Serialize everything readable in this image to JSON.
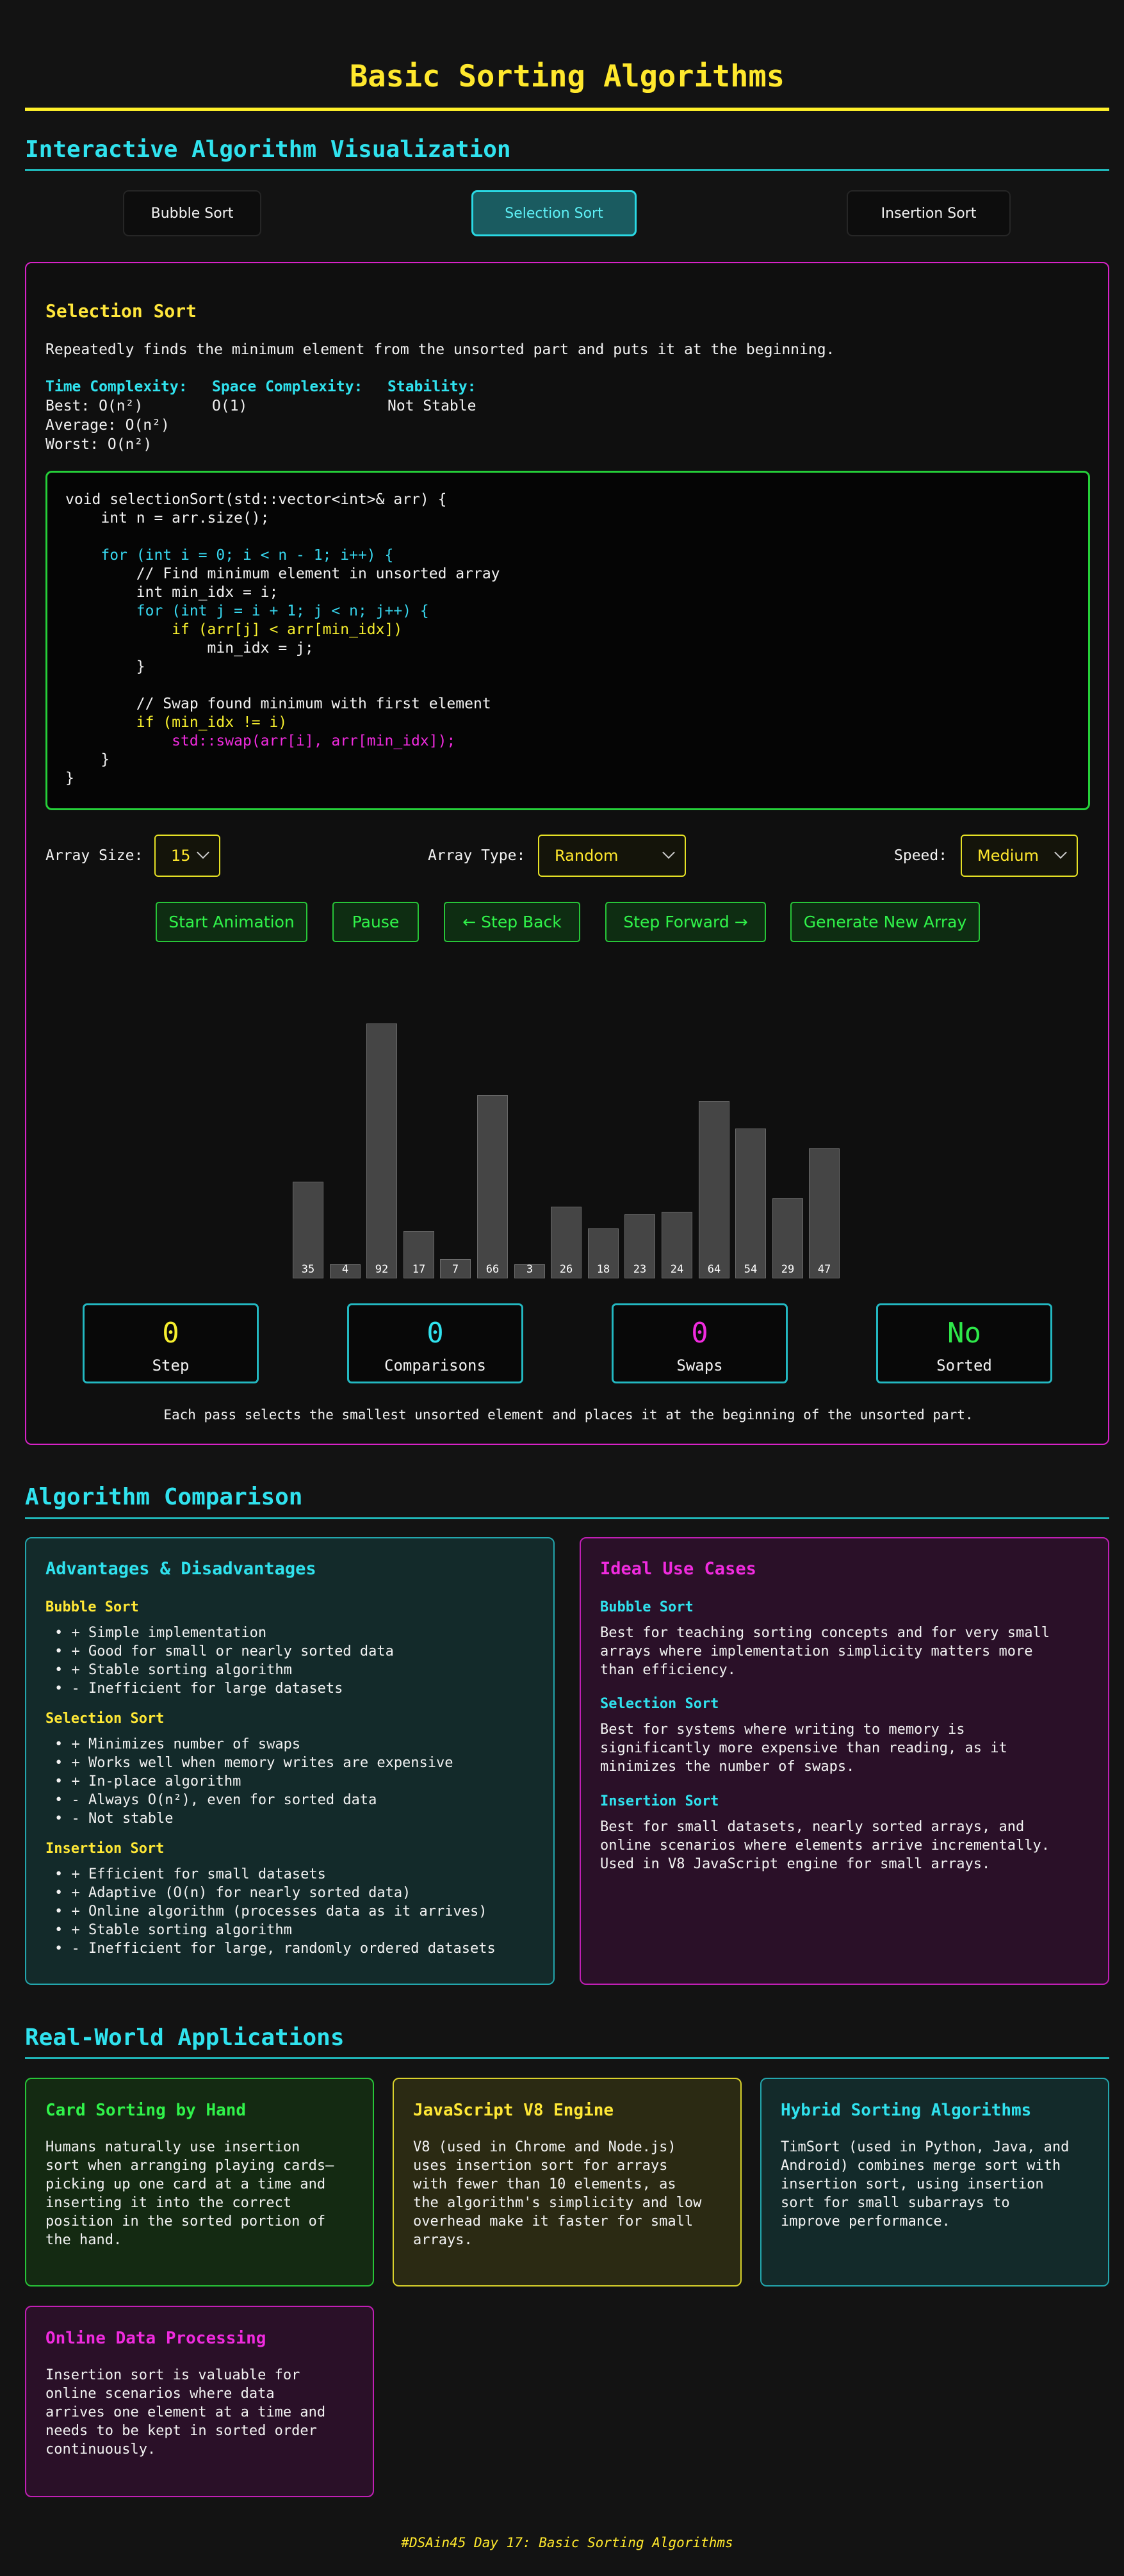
{
  "header": {
    "title": "Basic Sorting Algorithms"
  },
  "visualization": {
    "section_title": "Interactive Algorithm Visualization",
    "tabs": [
      {
        "label": "Bubble Sort",
        "active": false
      },
      {
        "label": "Selection Sort",
        "active": true
      },
      {
        "label": "Insertion Sort",
        "active": false
      }
    ],
    "algorithm": {
      "name": "Selection Sort",
      "description": "Repeatedly finds the minimum element from the unsorted part and puts it at the beginning.",
      "time_label": "Time Complexity:",
      "time_best": "Best: O(n²)",
      "time_average": "Average: O(n²)",
      "time_worst": "Worst: O(n²)",
      "space_label": "Space Complexity:",
      "space_value": "O(1)",
      "stability_label": "Stability:",
      "stability_value": "Not Stable"
    },
    "code_lines": [
      {
        "text": "void selectionSort(std::vector<int>& arr) {",
        "color": "white"
      },
      {
        "text": "    int n = arr.size();",
        "color": "white"
      },
      {
        "text": "",
        "color": "white"
      },
      {
        "text": "    for (int i = 0; i < n - 1; i++) {",
        "color": "cyan"
      },
      {
        "text": "        // Find minimum element in unsorted array",
        "color": "white"
      },
      {
        "text": "        int min_idx = i;",
        "color": "white"
      },
      {
        "text": "        for (int j = i + 1; j < n; j++) {",
        "color": "cyan"
      },
      {
        "text": "            if (arr[j] < arr[min_idx])",
        "color": "yellow"
      },
      {
        "text": "                min_idx = j;",
        "color": "white"
      },
      {
        "text": "        }",
        "color": "white"
      },
      {
        "text": "",
        "color": "white"
      },
      {
        "text": "        // Swap found minimum with first element",
        "color": "white"
      },
      {
        "text": "        if (min_idx != i)",
        "color": "yellow"
      },
      {
        "text": "            std::swap(arr[i], arr[min_idx]);",
        "color": "magenta"
      },
      {
        "text": "    }",
        "color": "white"
      },
      {
        "text": "}",
        "color": "white"
      }
    ],
    "controls": {
      "array_size_label": "Array Size:",
      "array_size_value": "15",
      "array_type_label": "Array Type:",
      "array_type_value": "Random",
      "speed_label": "Speed:",
      "speed_value": "Medium"
    },
    "buttons": {
      "start": "Start Animation",
      "pause": "Pause",
      "step_back": "← Step Back",
      "step_forward": "Step Forward →",
      "generate": "Generate New Array"
    },
    "array_values": [
      35,
      4,
      92,
      17,
      7,
      66,
      3,
      26,
      18,
      23,
      24,
      64,
      54,
      29,
      47
    ],
    "stats": {
      "step_value": "0",
      "step_label": "Step",
      "comparisons_value": "0",
      "comparisons_label": "Comparisons",
      "swaps_value": "0",
      "swaps_label": "Swaps",
      "sorted_value": "No",
      "sorted_label": "Sorted"
    },
    "footnote": "Each pass selects the smallest unsorted element and places it at the beginning of the unsorted part."
  },
  "comparison": {
    "section_title": "Algorithm Comparison",
    "advantages_title": "Advantages & Disadvantages",
    "bubble": {
      "title": "Bubble Sort",
      "items": [
        "+ Simple implementation",
        "+ Good for small or nearly sorted data",
        "+ Stable sorting algorithm",
        "- Inefficient for large datasets"
      ]
    },
    "selection": {
      "title": "Selection Sort",
      "items": [
        "+ Minimizes number of swaps",
        "+ Works well when memory writes are expensive",
        "+ In-place algorithm",
        "- Always O(n²), even for sorted data",
        "- Not stable"
      ]
    },
    "insertion": {
      "title": "Insertion Sort",
      "items": [
        "+ Efficient for small datasets",
        "+ Adaptive (O(n) for nearly sorted data)",
        "+ Online algorithm (processes data as it arrives)",
        "+ Stable sorting algorithm",
        "- Inefficient for large, randomly ordered datasets"
      ]
    },
    "use_cases_title": "Ideal Use Cases",
    "use_cases": [
      {
        "title": "Bubble Sort",
        "lines": [
          "Best for teaching sorting concepts and for very small",
          "arrays where implementation simplicity matters more",
          "than efficiency."
        ]
      },
      {
        "title": "Selection Sort",
        "lines": [
          "Best for systems where writing to memory is",
          "significantly more expensive than reading, as it",
          "minimizes the number of swaps."
        ]
      },
      {
        "title": "Insertion Sort",
        "lines": [
          "Best for small datasets, nearly sorted arrays, and",
          "online scenarios where elements arrive incrementally.",
          "Used in V8 JavaScript engine for small arrays."
        ]
      }
    ]
  },
  "applications": {
    "section_title": "Real-World Applications",
    "cards": [
      {
        "title": "Card Sorting by Hand",
        "lines": [
          "Humans naturally use insertion",
          "sort when arranging playing cards—",
          "picking up one card at a time and",
          "inserting it into the correct",
          "position in the sorted portion of",
          "the hand."
        ]
      },
      {
        "title": "JavaScript V8 Engine",
        "lines": [
          "V8 (used in Chrome and Node.js)",
          "uses insertion sort for arrays",
          "with fewer than 10 elements, as",
          "the algorithm's simplicity and low",
          "overhead make it faster for small",
          "arrays."
        ]
      },
      {
        "title": "Hybrid Sorting Algorithms",
        "lines": [
          "TimSort (used in Python, Java, and",
          "Android) combines merge sort with",
          "insertion sort, using insertion",
          "sort for small subarrays to",
          "improve performance."
        ]
      },
      {
        "title": "Online Data Processing",
        "lines": [
          "Insertion sort is valuable for",
          "online scenarios where data",
          "arrives one element at a time and",
          "needs to be kept in sorted order",
          "continuously."
        ]
      }
    ]
  },
  "footer": {
    "text": "#DSAin45 Day 17: Basic Sorting Algorithms"
  }
}
